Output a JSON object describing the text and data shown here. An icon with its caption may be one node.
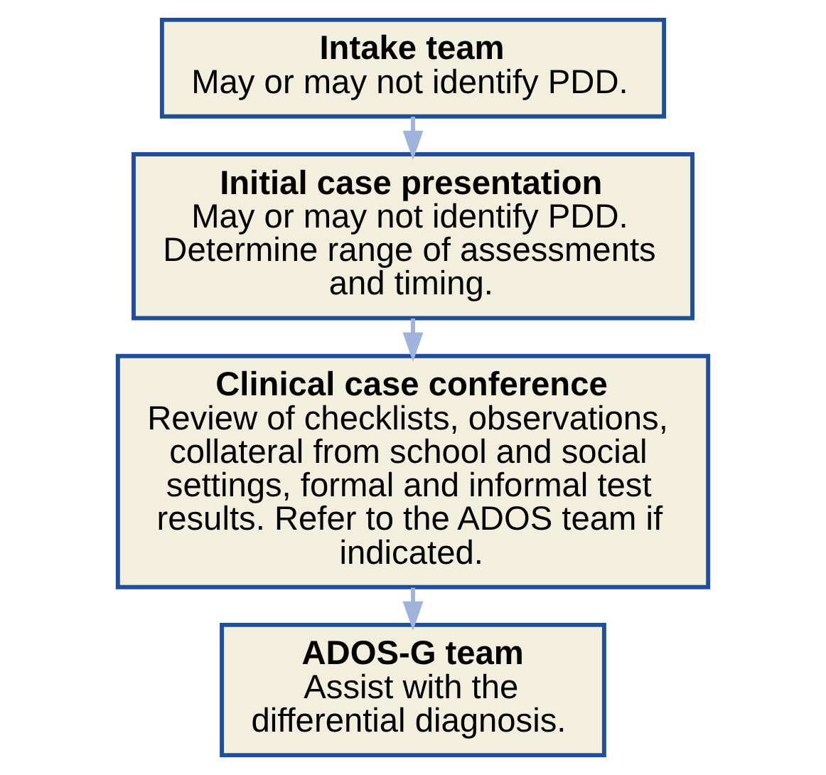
{
  "diagram": {
    "nodes": [
      {
        "text": [
          "Intake team",
          "May or may not identify PDD."
        ]
      },
      {
        "text": [
          "Initial case presentation",
          "May or may not identify PDD. Determine range of assessments and timing."
        ]
      },
      {
        "text": [
          "Clinical case conference",
          "Review of checklists, observations, collateral from school and social settings, formal and informal test results. Refer to the ADOS team if indicated."
        ]
      },
      {
        "text": [
          "ADOS-G team",
          "Assist with the differential diagnosis."
        ]
      }
    ],
    "edges": [
      {
        "from": 0,
        "to": 1,
        "arrow": "to"
      },
      {
        "from": 1,
        "to": 2,
        "arrow": "to"
      },
      {
        "from": 2,
        "to": 3,
        "arrow": "to"
      }
    ]
  }
}
